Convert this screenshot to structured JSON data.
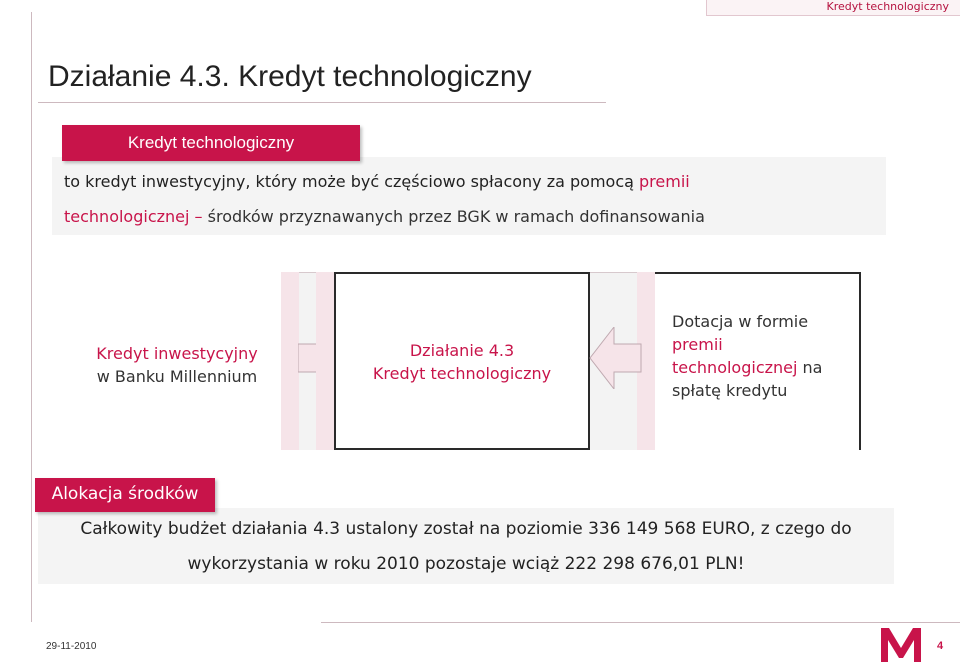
{
  "header": {
    "tab_label": "Kredyt technologiczny"
  },
  "title": "Działanie 4.3. Kredyt technologiczny",
  "definition": {
    "label": "Kredyt technologiczny",
    "line1_text": "to kredyt inwestycyjny, który może być częściowo spłacony za pomocą ",
    "line1_accent": "premii",
    "line2_accent": "technologicznej – ",
    "line2_text": "środków przyznawanych przez BGK w ramach dofinansowania"
  },
  "flow": {
    "box1": {
      "line1": "Kredyt inwestycyjny",
      "line2": "w Banku Millennium"
    },
    "box2": {
      "line1": "Działanie 4.3",
      "line2": "Kredyt technologiczny"
    },
    "box3": {
      "line1": "Dotacja w formie",
      "line2": "premii",
      "line3_accent": "technologicznej",
      "line3_text": " na",
      "line4": "spłatę kredytu"
    }
  },
  "allocation": {
    "label": "Alokacja środków",
    "line1": "Całkowity budżet działania 4.3 ustalony został na poziomie 336 149 568 EURO, z czego do",
    "line2": "wykorzystania w roku 2010 pozostaje wciąż 222 298 676,01 PLN!"
  },
  "footer": {
    "date": "29-11-2010",
    "page_number": "4",
    "logo_icon": "millennium-m-logo-icon"
  },
  "colors": {
    "accent": "#c8144a",
    "stripe": "#f6e4e9",
    "panel": "#f4f4f4"
  }
}
